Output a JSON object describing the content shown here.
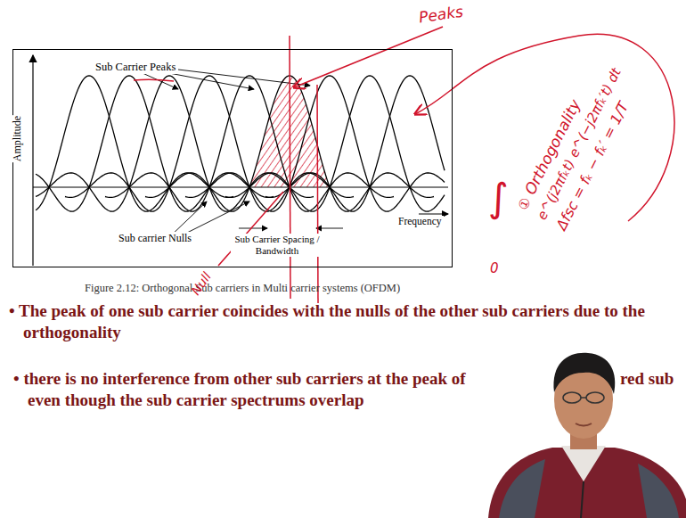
{
  "diagram": {
    "caption": "Figure 2.12: Orthogonal Sub carriers in Multi carrier systems (OFDM)",
    "nodes": [
      {
        "text": [
          "Amplitude",
          "Sub Carrier Peaks",
          "Sub carrier Nulls",
          "Frequency",
          "Sub Carrier Spacing / Bandwidth"
        ]
      }
    ],
    "labels": [
      "Peaks",
      "Null",
      "①",
      "Orthogonality",
      "e^(j2πfₖt) e^(−j2πfₖ′t) dt",
      "Δfsc = fₖ − fₖ′ = 1/T",
      "∫",
      "0",
      "• The peak of one sub carrier coincides with the nulls of the other sub carriers due to the orthogonality",
      "• there is no interference from other sub carriers at the peak of",
      "red sub",
      "even though the sub carrier spectrums overlap"
    ]
  }
}
